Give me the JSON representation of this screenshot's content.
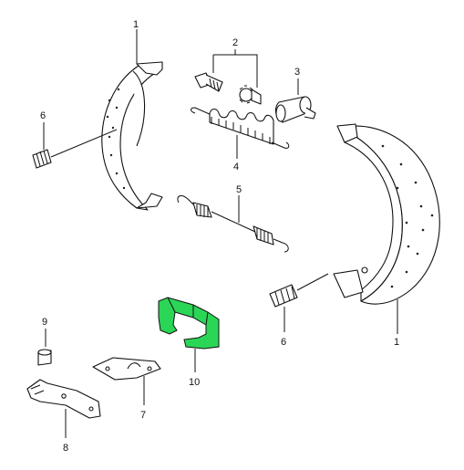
{
  "callouts": [
    {
      "id": "c1a",
      "label": "1"
    },
    {
      "id": "c2",
      "label": "2"
    },
    {
      "id": "c3",
      "label": "3"
    },
    {
      "id": "c4",
      "label": "4"
    },
    {
      "id": "c5",
      "label": "5"
    },
    {
      "id": "c6a",
      "label": "6"
    },
    {
      "id": "c6b",
      "label": "6"
    },
    {
      "id": "c1b",
      "label": "1"
    },
    {
      "id": "c7",
      "label": "7"
    },
    {
      "id": "c8",
      "label": "8"
    },
    {
      "id": "c9",
      "label": "9"
    },
    {
      "id": "c10",
      "label": "10"
    }
  ],
  "colors": {
    "highlight": "#2bd657",
    "ink": "#111111"
  }
}
